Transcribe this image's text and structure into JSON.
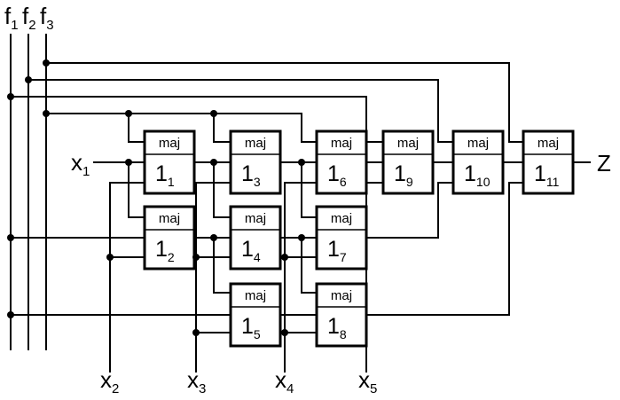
{
  "diagram": {
    "rails": [
      {
        "base": "f",
        "sub": "1"
      },
      {
        "base": "f",
        "sub": "2"
      },
      {
        "base": "f",
        "sub": "3"
      }
    ],
    "inputs": [
      {
        "base": "x",
        "sub": "1"
      },
      {
        "base": "x",
        "sub": "2"
      },
      {
        "base": "x",
        "sub": "3"
      },
      {
        "base": "x",
        "sub": "4"
      },
      {
        "base": "x",
        "sub": "5"
      }
    ],
    "output": "Z",
    "gates": [
      {
        "type": "maj",
        "base": "1",
        "sub": "1"
      },
      {
        "type": "maj",
        "base": "1",
        "sub": "2"
      },
      {
        "type": "maj",
        "base": "1",
        "sub": "3"
      },
      {
        "type": "maj",
        "base": "1",
        "sub": "4"
      },
      {
        "type": "maj",
        "base": "1",
        "sub": "5"
      },
      {
        "type": "maj",
        "base": "1",
        "sub": "6"
      },
      {
        "type": "maj",
        "base": "1",
        "sub": "7"
      },
      {
        "type": "maj",
        "base": "1",
        "sub": "8"
      },
      {
        "type": "maj",
        "base": "1",
        "sub": "9"
      },
      {
        "type": "maj",
        "base": "1",
        "sub": "10"
      },
      {
        "type": "maj",
        "base": "1",
        "sub": "11"
      }
    ]
  }
}
